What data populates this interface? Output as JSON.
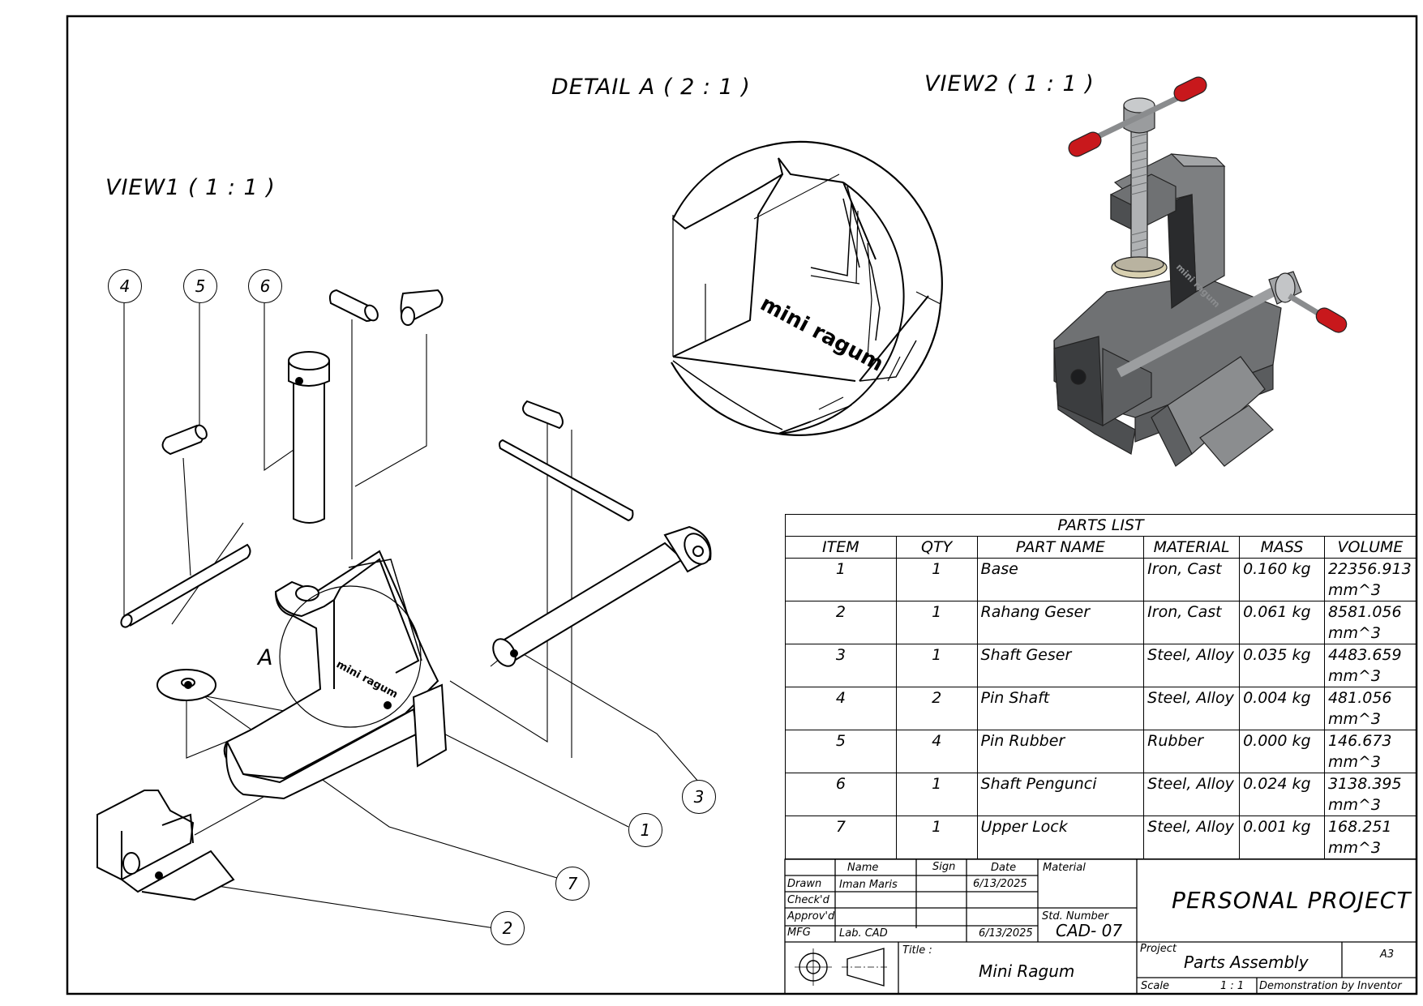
{
  "views": {
    "detail_a": "DETAIL A ( 2 : 1 )",
    "view2": "VIEW2 ( 1 : 1 )",
    "view1": "VIEW1 ( 1 : 1 )",
    "callout_letter": "A"
  },
  "detail_engraving": "mini ragum",
  "balloons": [
    "1",
    "2",
    "3",
    "4",
    "5",
    "6",
    "7"
  ],
  "parts_list": {
    "title": "PARTS LIST",
    "headers": [
      "ITEM",
      "QTY",
      "PART NAME",
      "MATERIAL",
      "MASS",
      "VOLUME"
    ],
    "rows": [
      {
        "item": "1",
        "qty": "1",
        "name": "Base",
        "material": "Iron, Cast",
        "mass": "0.160 kg",
        "volume": "22356.913",
        "unit": "mm^3"
      },
      {
        "item": "2",
        "qty": "1",
        "name": "Rahang Geser",
        "material": "Iron, Cast",
        "mass": "0.061 kg",
        "volume": "8581.056",
        "unit": "mm^3"
      },
      {
        "item": "3",
        "qty": "1",
        "name": "Shaft Geser",
        "material": "Steel, Alloy",
        "mass": "0.035 kg",
        "volume": "4483.659",
        "unit": "mm^3"
      },
      {
        "item": "4",
        "qty": "2",
        "name": "Pin Shaft",
        "material": "Steel, Alloy",
        "mass": "0.004 kg",
        "volume": "481.056",
        "unit": "mm^3"
      },
      {
        "item": "5",
        "qty": "4",
        "name": "Pin Rubber",
        "material": "Rubber",
        "mass": "0.000 kg",
        "volume": "146.673",
        "unit": "mm^3"
      },
      {
        "item": "6",
        "qty": "1",
        "name": "Shaft Pengunci",
        "material": "Steel, Alloy",
        "mass": "0.024 kg",
        "volume": "3138.395",
        "unit": "mm^3"
      },
      {
        "item": "7",
        "qty": "1",
        "name": "Upper Lock",
        "material": "Steel, Alloy",
        "mass": "0.001 kg",
        "volume": "168.251",
        "unit": "mm^3"
      }
    ]
  },
  "title_block": {
    "col_name": "Name",
    "col_sign": "Sign",
    "col_date": "Date",
    "material_label": "Material",
    "drawn_label": "Drawn",
    "drawn_name": "Iman Maris",
    "drawn_date": "6/13/2025",
    "checked_label": "Check'd",
    "approved_label": "Approv'd",
    "mfg_label": "MFG",
    "mfg_name": "Lab. CAD",
    "mfg_date": "6/13/2025",
    "std_number_label": "Std. Number",
    "std_number": "CAD- 07",
    "project_big": "PERSONAL PROJECT",
    "title_label": "Title :",
    "title": "Mini Ragum",
    "project_label": "Project",
    "project": "Parts Assembly",
    "size": "A3",
    "scale_label": "Scale",
    "scale": "1 : 1",
    "note": "Demonstration by Inventor"
  },
  "colors": {
    "line": "#000000",
    "handle_red": "#c8181c",
    "body_gray": "#6f7173"
  }
}
